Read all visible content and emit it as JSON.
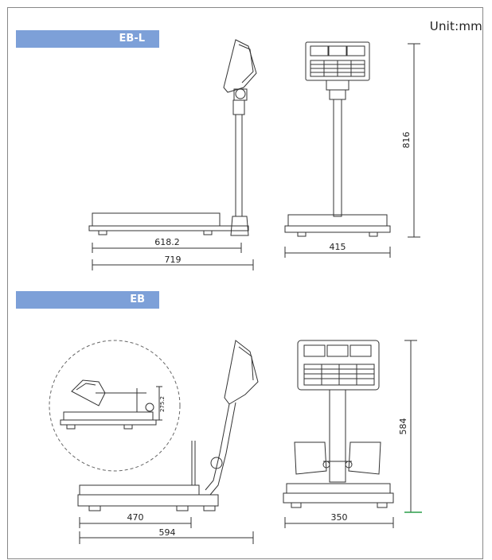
{
  "unit_label": "Unit:mm",
  "sections": [
    {
      "model": "EB-L",
      "dims": {
        "platform_length": "618.2",
        "overall_length": "719",
        "width": "415",
        "height": "816"
      }
    },
    {
      "model": "EB",
      "dims": {
        "platform_length": "470",
        "overall_length": "594",
        "width": "350",
        "height": "584",
        "detail_height": "275.2"
      }
    }
  ],
  "colors": {
    "tag_background": "#7da0d8",
    "tag_text": "#ffffff",
    "line": "#333333",
    "dimension_tick": "#2a9d4a"
  }
}
